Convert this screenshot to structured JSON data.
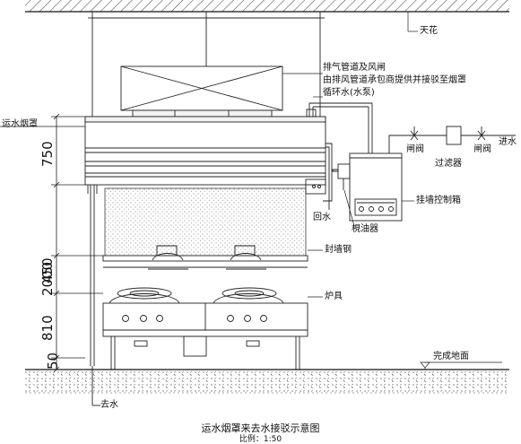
{
  "labels": {
    "ceiling": "天花",
    "exhaust_duct": "排气管道及风闸",
    "exhaust_note": "由排风管道承包商提供并接驳至烟罩",
    "circulation_water": "循环水(水泵)",
    "hood": "运水烟罩",
    "valve_1": "闸阀",
    "valve_2": "闸阀",
    "filter": "过滤器",
    "water_in": "进水",
    "return_water": "回水",
    "control_box": "挂墙控制箱",
    "oil_tank": "梘油器",
    "wall_steel": "封墙钢",
    "stove": "炉具",
    "finished_floor": "完成地面",
    "drain": "去水"
  },
  "dimensions": [
    "750",
    "2000",
    "450",
    "810",
    "50"
  ],
  "title": "运水烟罩来去水接驳示意图",
  "scale": "比例：1:50"
}
